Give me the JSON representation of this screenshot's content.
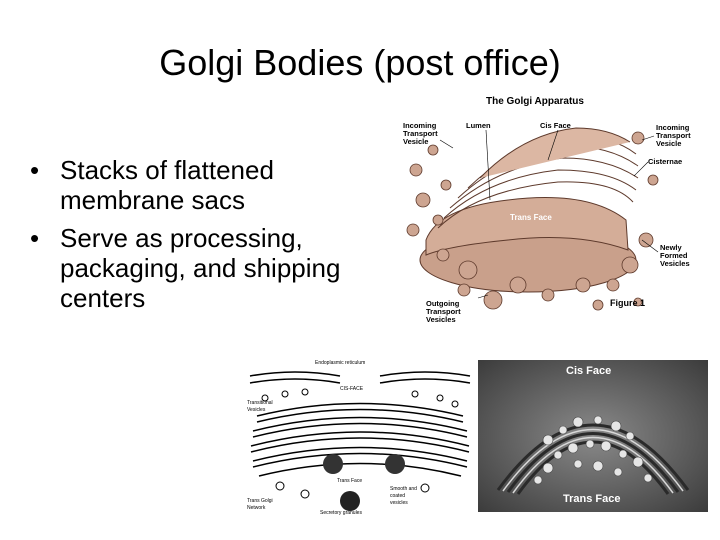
{
  "slide": {
    "title": "Golgi Bodies (post office)",
    "bullets": [
      "Stacks of flattened membrane sacs",
      "Serve as processing, packaging, and shipping centers"
    ]
  },
  "figure_top": {
    "title": "The Golgi Apparatus",
    "labels": {
      "incoming_left": [
        "Incoming",
        "Transport",
        "Vesicle"
      ],
      "lumen": "Lumen",
      "cis_face": "Cis Face",
      "incoming_right": [
        "Incoming",
        "Transport",
        "Vesicle"
      ],
      "cisternae": "Cisternae",
      "trans_face": "Trans Face",
      "newly_formed": [
        "Newly",
        "Formed",
        "Vesicles"
      ],
      "outgoing": [
        "Outgoing",
        "Transport",
        "Vesicles"
      ],
      "caption": "Figure 1"
    }
  },
  "figure_diagram": {
    "labels": {
      "er": "Endoplasmic reticulum",
      "cis": "CIS-FACE",
      "transitional": [
        "Transitional",
        "Vesicles"
      ],
      "trans_face": "Trans Face",
      "trans_golgi": [
        "Trans Golgi",
        "Network"
      ],
      "smooth_coated": [
        "Smooth and",
        "coated",
        "vesicles"
      ],
      "secretory": "Secretory granules"
    }
  },
  "figure_micrograph": {
    "labels": {
      "cis": "Cis Face",
      "trans": "Trans Face"
    }
  }
}
